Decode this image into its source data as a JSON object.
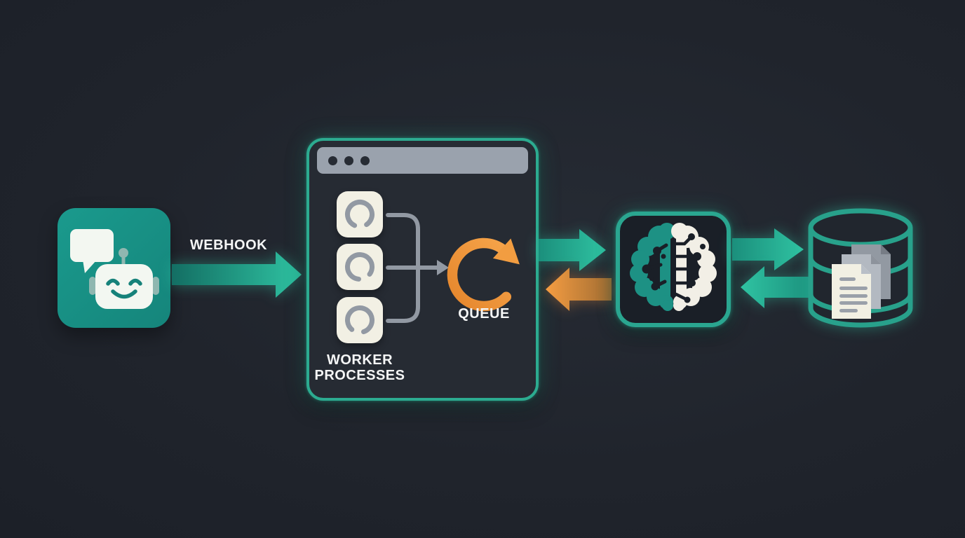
{
  "theme": {
    "bg": "#20242c",
    "teal": "#18988a",
    "teal-bright": "#2fc3a2",
    "teal-deep": "#136e63",
    "orange": "#f0923c",
    "cream": "#f2f0e4",
    "panel-bg": "#262b33",
    "panel-border": "#2cab90",
    "titlebar": "#9aa2ad",
    "dot": "#272c34",
    "gray-line": "#9299a3",
    "text": "#f5f6f6",
    "node-bg": "#1a1f27"
  },
  "labels": {
    "webhook": "WEBHOOK",
    "queue": "QUEUE",
    "worker_processes": "WORKER PROCESSES"
  },
  "nodes": [
    {
      "id": "chatbot",
      "icon": "chatbot-robot-icon",
      "color": "#18988a"
    },
    {
      "id": "worker-panel",
      "icon": "browser-window",
      "worker_count": 3,
      "worker_icon": "spinner-icon"
    },
    {
      "id": "queue",
      "icon": "circular-arrow-icon",
      "color": "#f0923c",
      "label": "QUEUE"
    },
    {
      "id": "ai-brain",
      "icon": "brain-circuit-icon",
      "colors": [
        "#1d9184",
        "#f2efe6"
      ]
    },
    {
      "id": "database",
      "icon": "database-documents-icon",
      "color": "#28a18b"
    }
  ],
  "flows": [
    {
      "from": "chatbot",
      "to": "worker-panel",
      "label": "WEBHOOK",
      "color": "#2fc3a2",
      "direction": "right"
    },
    {
      "from": "worker-panel",
      "to": "ai-brain",
      "color": "#2fc3a2",
      "direction": "right"
    },
    {
      "from": "ai-brain",
      "to": "worker-panel",
      "color": "#f0923c",
      "direction": "left"
    },
    {
      "from": "ai-brain",
      "to": "database",
      "color": "#2fc3a2",
      "direction": "right"
    },
    {
      "from": "database",
      "to": "ai-brain",
      "color": "#2fc3a2",
      "direction": "left"
    }
  ]
}
